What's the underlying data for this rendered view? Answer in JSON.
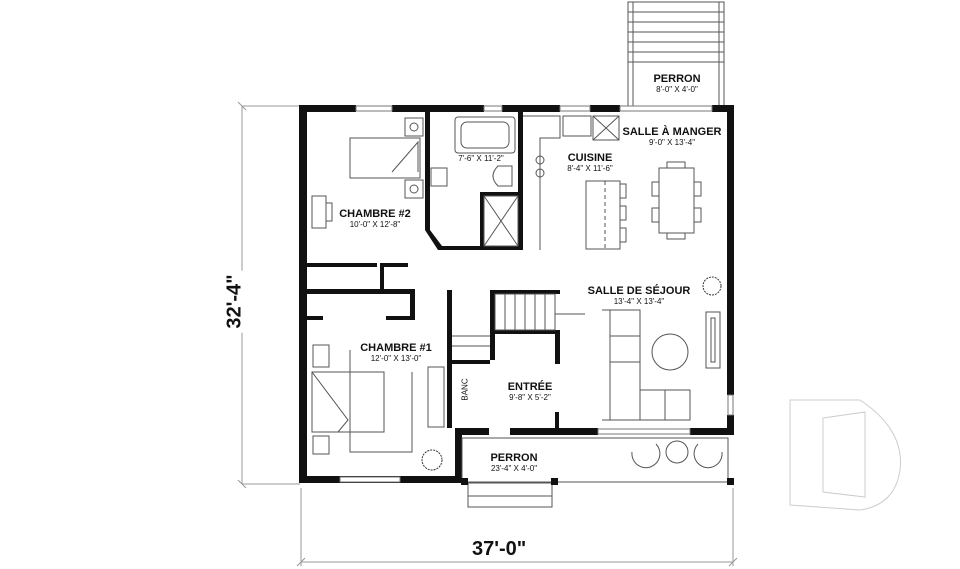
{
  "plan": {
    "overall_width": "37'-0\"",
    "overall_depth": "32'-4\"",
    "rooms": [
      {
        "id": "perron-back",
        "name": "PERRON",
        "size": "8'-0\" X 4'-0\""
      },
      {
        "id": "salle-a-manger",
        "name": "SALLE À MANGER",
        "size": "9'-0\" X 13'-4\""
      },
      {
        "id": "cuisine",
        "name": "CUISINE",
        "size": "8'-4\" X 11'-6\""
      },
      {
        "id": "salle-de-bain",
        "name": "",
        "size": "7'-6\" X 11'-2\""
      },
      {
        "id": "chambre-2",
        "name": "CHAMBRE #2",
        "size": "10'-0\" X 12'-8\""
      },
      {
        "id": "salle-de-sejour",
        "name": "SALLE DE SÉJOUR",
        "size": "13'-4\" X 13'-4\""
      },
      {
        "id": "chambre-1",
        "name": "CHAMBRE #1",
        "size": "12'-0\" X 13'-0\""
      },
      {
        "id": "entree",
        "name": "ENTRÉE",
        "size": "9'-8\" X 5'-2\""
      },
      {
        "id": "perron-front",
        "name": "PERRON",
        "size": "23'-4\" X 4'-0\""
      }
    ],
    "annotations": {
      "banc": "BANC"
    }
  },
  "colors": {
    "wall": "#111111",
    "fixture": "#555555",
    "dimension_line": "#999999",
    "watermark": "#cccccc"
  }
}
